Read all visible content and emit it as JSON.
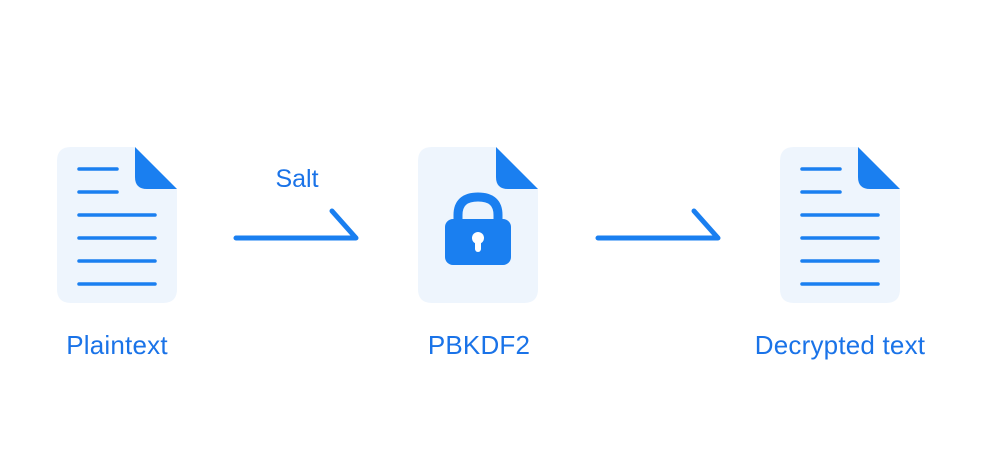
{
  "colors": {
    "primary": "#1a7ff0",
    "text": "#1a73e8",
    "doc_background": "#eef5fd",
    "doc_fold": "#1a7ff0"
  },
  "nodes": [
    {
      "label": "Plaintext",
      "icon": "document-icon"
    },
    {
      "label": "PBKDF2",
      "icon": "lock-icon"
    },
    {
      "label": "Decrypted text",
      "icon": "document-icon"
    }
  ],
  "arrows": [
    {
      "label": "Salt"
    },
    {
      "label": ""
    }
  ]
}
